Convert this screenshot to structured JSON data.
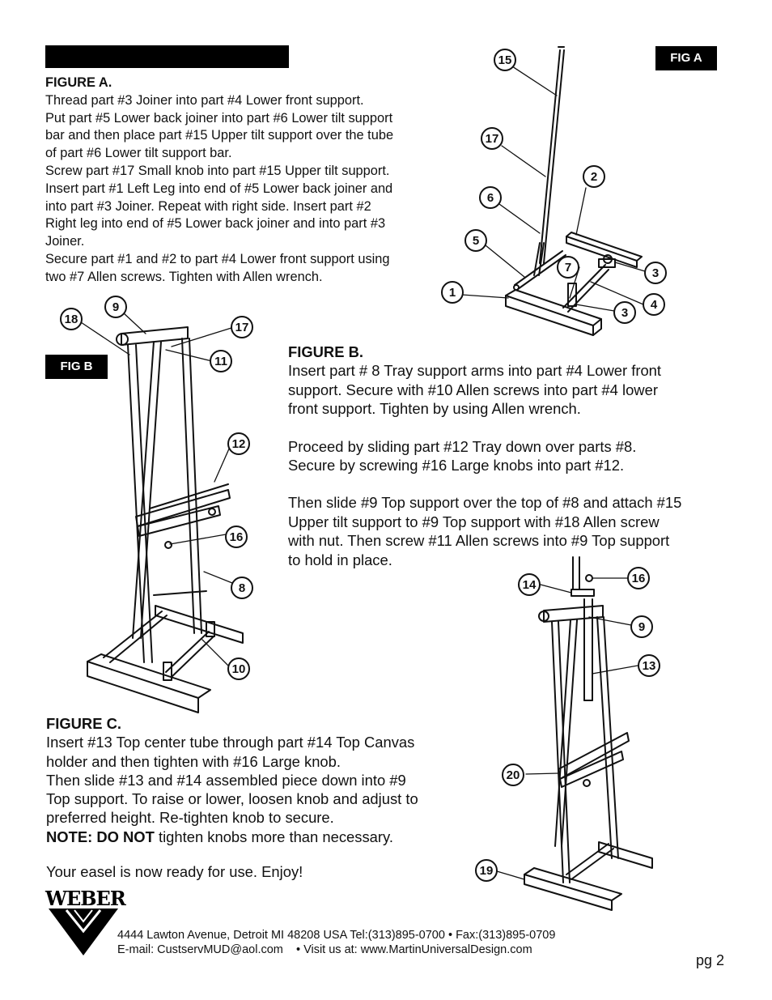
{
  "figA": {
    "tag": "FIG A",
    "heading": "FIGURE A.",
    "lines": [
      "Thread part #3 Joiner into part #4 Lower front support.",
      "Put part #5 Lower back joiner into part #6 Lower tilt support",
      "bar and then place part #15 Upper tilt support over the tube",
      "of part #6 Lower tilt support bar.",
      "Screw part #17 Small knob into part #15 Upper tilt support.",
      "Insert part #1 Left Leg into end of #5 Lower back joiner and",
      "into part #3 Joiner. Repeat with right side. Insert part #2",
      "Right leg into end of #5 Lower back joiner and into part #3",
      "Joiner.",
      "Secure part #1 and #2 to part #4 Lower front support using",
      "two #7 Allen screws. Tighten with Allen wrench."
    ],
    "callouts": [
      "15",
      "17",
      "6",
      "5",
      "1",
      "2",
      "7",
      "3",
      "4",
      "3"
    ]
  },
  "figB": {
    "tag": "FIG B",
    "heading": "FIGURE B.",
    "para1": [
      "Insert part # 8 Tray support arms into part #4 Lower front",
      "support. Secure with #10 Allen screws into part #4 lower",
      "front support. Tighten by using Allen wrench."
    ],
    "para2": [
      "Proceed by sliding part #12 Tray down over parts #8.",
      "Secure by screwing #16 Large knobs into part #12."
    ],
    "para3": [
      "Then slide #9 Top support over the top of #8 and attach #15",
      "Upper tilt support to #9 Top support with #18 Allen screw",
      "with nut. Then screw #11 Allen screws into #9 Top support",
      "to hold in place."
    ],
    "callouts": [
      "18",
      "9",
      "17",
      "11",
      "12",
      "16",
      "8",
      "10"
    ]
  },
  "figC": {
    "heading": "FIGURE C.",
    "lines": [
      "Insert #13 Top center tube through part #14 Top Canvas",
      "holder and then tighten with #16 Large knob.",
      "Then slide #13 and #14 assembled piece down into #9",
      "Top support. To raise or lower, loosen knob and adjust to",
      "preferred height. Re-tighten knob to secure."
    ],
    "note_bold": "NOTE: DO NOT",
    "note_rest": " tighten knobs more than necessary.",
    "closing": "Your easel is now ready for use. Enjoy!",
    "callouts": [
      "14",
      "16",
      "9",
      "13",
      "20",
      "19"
    ]
  },
  "footer": {
    "brand": "WEBER",
    "address": "4444 Lawton Avenue, Detroit MI 48208 USA Tel:(313)895-0700 • Fax:(313)895-0709",
    "contact": "E-mail: CustservMUD@aol.com    • Visit us at: www.MartinUniversalDesign.com",
    "page": "pg 2"
  }
}
